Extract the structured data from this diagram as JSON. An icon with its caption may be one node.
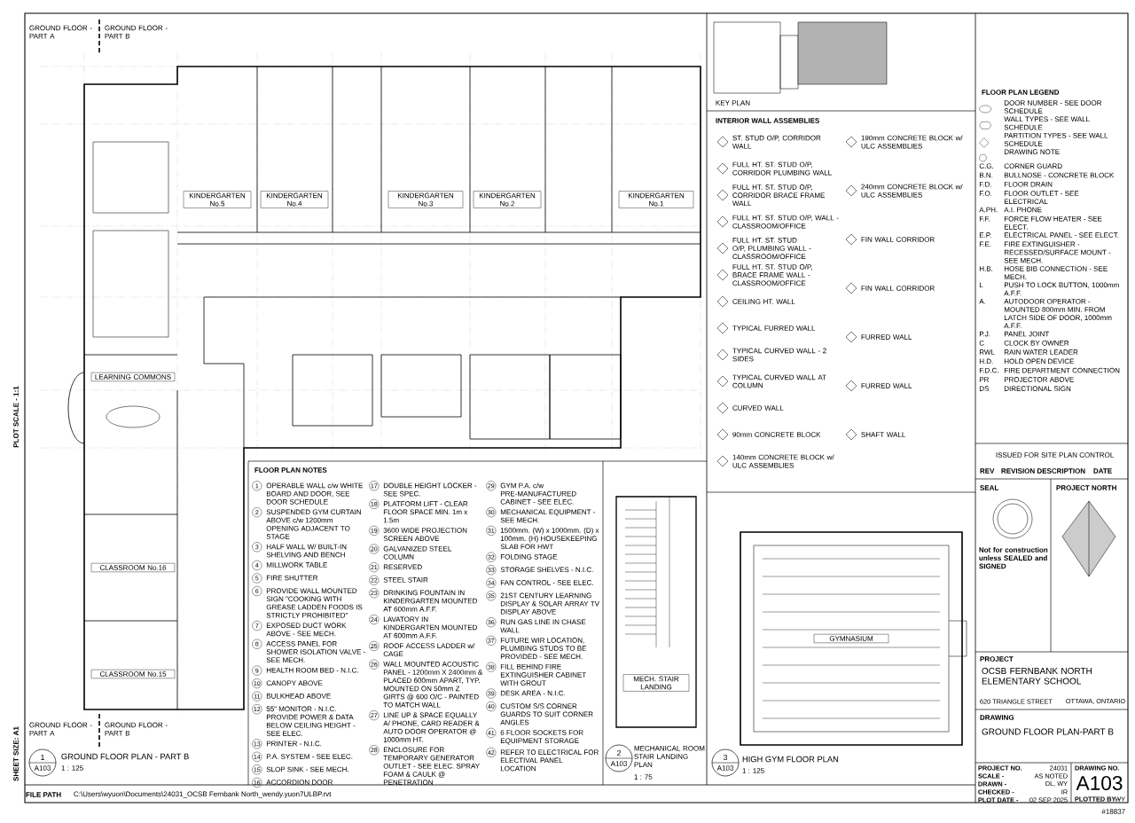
{
  "diagram": {
    "nodes": [
      {
        "text": [
          "KINDERGARTEN No.5"
        ]
      },
      {
        "text": [
          "KINDERGARTEN No.4"
        ]
      },
      {
        "text": [
          "KINDERGARTEN No.3"
        ]
      },
      {
        "text": [
          "KINDERGARTEN No.2"
        ]
      },
      {
        "text": [
          "KINDERGARTEN No.1"
        ]
      },
      {
        "text": [
          "LEARNING COMMONS"
        ]
      },
      {
        "text": [
          "CLASSROOM No.16"
        ]
      },
      {
        "text": [
          "CLASSROOM No.15"
        ]
      },
      {
        "text": [
          "MECH. STAIR LANDING"
        ]
      },
      {
        "text": [
          "GYMNASIUM"
        ]
      }
    ],
    "labels": [
      "GROUND FLOOR - PART A",
      "GROUND FLOOR - PART B",
      "PLOT SCALE - 1:1",
      "SHEET SIZE: A1",
      "1",
      "A103",
      "GROUND FLOOR PLAN - PART B",
      "1 : 125",
      "GROUND FLOOR - PART A",
      "GROUND FLOOR - PART B",
      "FILE PATH",
      "C:\\Users\\wyuon\\Documents\\24031_OCSB Fernbank North_wendy.yuon7ULBP.rvt",
      "2",
      "A103",
      "MECHANICAL ROOM STAIR LANDING PLAN",
      "1 : 75",
      "3",
      "A103",
      "HIGH GYM FLOOR PLAN",
      "1 : 125",
      "KEY PLAN",
      "FLOOR PLAN NOTES",
      "INTERIOR WALL ASSEMBLIES",
      "FLOOR PLAN LEGEND",
      "1",
      "OPERABLE WALL c/w WHITE BOARD AND DOOR, SEE DOOR SCHEDULE",
      "2",
      "SUSPENDED GYM CURTAIN ABOVE c/w 1200mm OPENING ADJACENT TO STAGE",
      "3",
      "HALF WALL W/ BUILT-IN SHELVING AND BENCH",
      "4",
      "MILLWORK TABLE",
      "5",
      "FIRE SHUTTER",
      "6",
      "PROVIDE WALL MOUNTED SIGN \"COOKING WITH GREASE LADDEN FOODS IS STRICTLY PROHIBITED\"",
      "7",
      "EXPOSED DUCT WORK ABOVE - SEE MECH.",
      "8",
      "ACCESS PANEL FOR SHOWER ISOLATION VALVE - SEE MECH.",
      "9",
      "HEALTH ROOM BED - N.I.C.",
      "10",
      "CANOPY ABOVE",
      "11",
      "BULKHEAD ABOVE",
      "12",
      "55\" MONITOR - N.I.C. PROVIDE POWER & DATA BELOW CEILING HEIGHT - SEE ELEC.",
      "13",
      "PRINTER - N.I.C.",
      "14",
      "P.A. SYSTEM - SEE ELEC.",
      "15",
      "SLOP SINK - SEE MECH.",
      "16",
      "ACCORDION DOOR",
      "17",
      "DOUBLE HEIGHT LOCKER - SEE SPEC.",
      "18",
      "PLATFORM LIFT - CLEAR FLOOR SPACE MIN. 1m x 1.5m",
      "19",
      "3600 WIDE PROJECTION SCREEN ABOVE",
      "20",
      "GALVANIZED STEEL COLUMN",
      "21",
      "RESERVED",
      "22",
      "STEEL STAIR",
      "23",
      "DRINKING FOUNTAIN IN KINDERGARTEN MOUNTED AT 600mm A.F.F.",
      "24",
      "LAVATORY IN KINDERGARTEN MOUNTED AT 600mm A.F.F.",
      "25",
      "ROOF ACCESS LADDER w/ CAGE",
      "26",
      "WALL MOUNTED ACOUSTIC PANEL - 1200mm X 2400mm & PLACED 600mm APART, TYP. MOUNTED ON 50mm Z GIRTS @ 600 O/C - PAINTED TO MATCH WALL",
      "27",
      "LINE UP & SPACE EQUALLY A/ PHONE, CARD READER & AUTO DOOR OPERATOR @ 1000mm HT.",
      "28",
      "ENCLOSURE FOR TEMPORARY GENERATOR OUTLET - SEE ELEC. SPRAY FOAM & CAULK @ PENETRATION",
      "29",
      "GYM P.A. c/w PRE-MANUFACTURED CABINET - SEE ELEC.",
      "30",
      "MECHANICAL EQUIPMENT - SEE MECH.",
      "31",
      "1500mm. (W) x 1000mm. (D) x 100mm. (H) HOUSEKEEPING SLAB FOR HWT",
      "32",
      "FOLDING STAGE",
      "33",
      "STORAGE SHELVES - N.I.C.",
      "34",
      "FAN CONTROL - SEE ELEC.",
      "35",
      "21ST CENTURY LEARNING DISPLAY & SOLAR ARRAY TV DISPLAY ABOVE",
      "36",
      "RUN GAS LINE IN CHASE WALL",
      "37",
      "FUTURE WIR LOCATION, PLUMBING STUDS TO BE PROVIDED - SEE MECH.",
      "38",
      "FILL BEHIND FIRE EXTINGUISHER CABINET WITH GROUT",
      "39",
      "DESK AREA - N.I.C.",
      "40",
      "CUSTOM S/S CORNER GUARDS TO SUIT CORNER ANGLES",
      "41",
      "6 FLOOR SOCKETS FOR EQUIPMENT STORAGE",
      "42",
      "REFER TO ELECTRICAL FOR ELECTIVAL PANEL LOCATION",
      "ST. STUD O/P, CORRIDOR WALL",
      "FULL HT. ST. STUD O/P, CORRIDOR PLUMBING WALL",
      "FULL HT. ST. STUD O/P, CORRIDOR BRACE FRAME WALL",
      "FULL HT. ST. STUD O/P, WALL - CLASSROOM/OFFICE",
      "FULL HT. ST. STUD O/P, PLUMBING WALL - CLASSROOM/OFFICE",
      "FULL HT. ST. STUD O/P, BRACE FRAME WALL - CLASSROOM/OFFICE",
      "CEILING HT. WALL",
      "TYPICAL FURRED WALL",
      "TYPICAL CURVED WALL - 2 SIDES",
      "TYPICAL CURVED WALL AT COLUMN",
      "CURVED WALL",
      "90mm CONCRETE BLOCK",
      "140mm CONCRETE BLOCK w/ ULC ASSEMBLIES",
      "190mm CONCRETE BLOCK w/ ULC ASSEMBLIES",
      "240mm CONCRETE BLOCK w/ ULC ASSEMBLIES",
      "FIN WALL CORRIDOR",
      "FIN WALL CORRIDOR",
      "FURRED WALL",
      "FURRED WALL",
      "SHAFT WALL",
      "DOOR NUMBER - SEE DOOR SCHEDULE",
      "WALL TYPES - SEE WALL SCHEDULE",
      "PARTITION TYPES - SEE WALL SCHEDULE",
      "DRAWING NOTE",
      "C.G.",
      "CORNER GUARD",
      "B.N.",
      "BULLNOSE - CONCRETE BLOCK",
      "F.D.",
      "FLOOR DRAIN",
      "F.O.",
      "FLOOR OUTLET - SEE ELECTRICAL",
      "A.PH.",
      "A.I. PHONE",
      "F.F.",
      "FORCE FLOW HEATER - SEE ELECT.",
      "E.P.",
      "ELECTRICAL PANEL - SEE ELECT.",
      "F.E.",
      "FIRE EXTINGUISHER - RECESSED/SURFACE MOUNT - SEE MECH.",
      "H.B.",
      "HOSE BIB CONNECTION - SEE MECH.",
      "L",
      "PUSH TO LOCK BUTTON, 1000mm A.F.F.",
      "A.",
      "AUTODOOR OPERATOR - MOUNTED 800mm MIN. FROM LATCH SIDE OF DOOR, 1000mm A.F.F.",
      "P.J.",
      "PANEL JOINT",
      "C",
      "CLOCK BY OWNER",
      "RWL",
      "RAIN WATER LEADER",
      "H.D.",
      "HOLD OPEN DEVICE",
      "F.D.C.",
      "FIRE DEPARTMENT CONNECTION",
      "PR",
      "PROJECTOR ABOVE",
      "DS",
      "DIRECTIONAL SIGN",
      "ISSUED FOR SITE PLAN CONTROL",
      "REV",
      "REVISION DESCRIPTION",
      "DATE",
      "SEAL",
      "PROJECT NORTH",
      "Not for construction unless SEALED and SIGNED",
      "PROJECT",
      "OCSB FERNBANK NORTH ELEMENTARY SCHOOL",
      "620 TRIANGLE STREET",
      "OTTAWA, ONTARIO",
      "DRAWING",
      "GROUND FLOOR PLAN-PART B",
      "PROJECT NO.",
      "24031",
      "SCALE -",
      "AS NOTED",
      "DRAWN -",
      "DL, WY",
      "CHECKED -",
      "IR",
      "PLOT DATE -",
      "02 SEP 2025",
      "DRAWING NO.",
      "A103",
      "PLOTTED BY -",
      "WY",
      "#18837"
    ]
  }
}
